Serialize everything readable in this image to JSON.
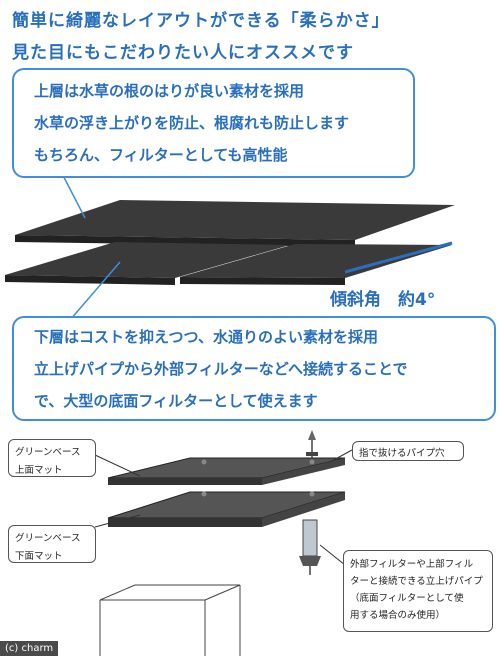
{
  "headline": {
    "line1": "簡単に綺麗なレイアウトができる「柔らかさ」",
    "line2": "見た目にもこだわりたい人にオススメです"
  },
  "upper_callout": {
    "lines": [
      "上層は水草の根のはりが良い素材を採用",
      "水草の浮き上がりを防止、根腐れも防止します",
      "もちろん、フィルターとしても高性能"
    ]
  },
  "angle_label": "傾斜角　約4°",
  "lower_callout": {
    "lines": [
      "下層はコストを抑えつつ、水通りのよい素材を採用",
      "立上げパイプから外部フィルターなどへ接続することで",
      "で、大型の底面フィルターとして使えます"
    ]
  },
  "diagram": {
    "label_upper": [
      "グリーンベース",
      "上面マット"
    ],
    "label_lower": [
      "グリーンベース",
      "下面マット"
    ],
    "label_hole": "指で抜けるパイプ穴",
    "label_pipe": [
      "外部フィルターや上部フィル",
      "ターと接続できる立上げパイプ",
      "（底面フィルターとして使",
      "用する場合のみ使用）"
    ]
  },
  "credit": "(c) charm",
  "colors": {
    "accent_blue": "#2a6fbd",
    "bubble_border": "#3f8fd9",
    "mat_dark": "#3a3a3a"
  }
}
